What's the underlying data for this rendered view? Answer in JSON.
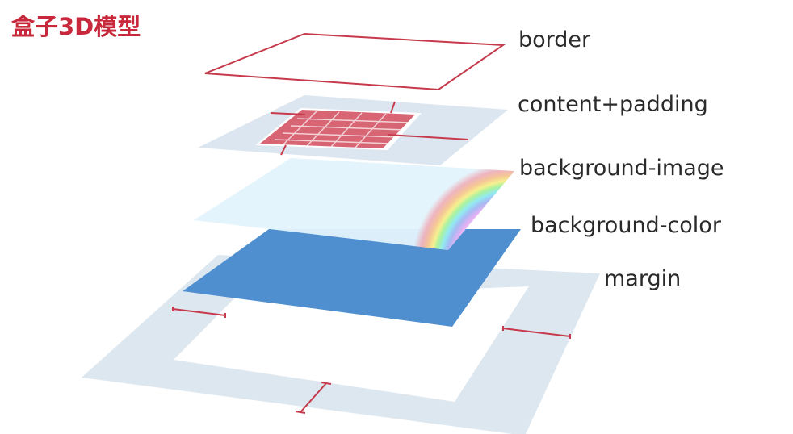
{
  "title": "盒子3D模型",
  "colors": {
    "title": "#c8283c",
    "border_line": "#c63a4c",
    "padding_fill": "#dae5ef",
    "content_fill": "#ffffff",
    "content_text": "#d04a5c",
    "bg_image_fill": "#e3f3fc",
    "bg_color_fill": "#4f8fcf",
    "margin_fill": "#dde7f0",
    "label_text": "#2a2a2a"
  },
  "layers": [
    {
      "id": "border",
      "label": "border"
    },
    {
      "id": "content-padding",
      "label": "content+padding"
    },
    {
      "id": "background-image",
      "label": "background-image"
    },
    {
      "id": "background-color",
      "label": "background-color"
    },
    {
      "id": "margin",
      "label": "margin"
    }
  ]
}
